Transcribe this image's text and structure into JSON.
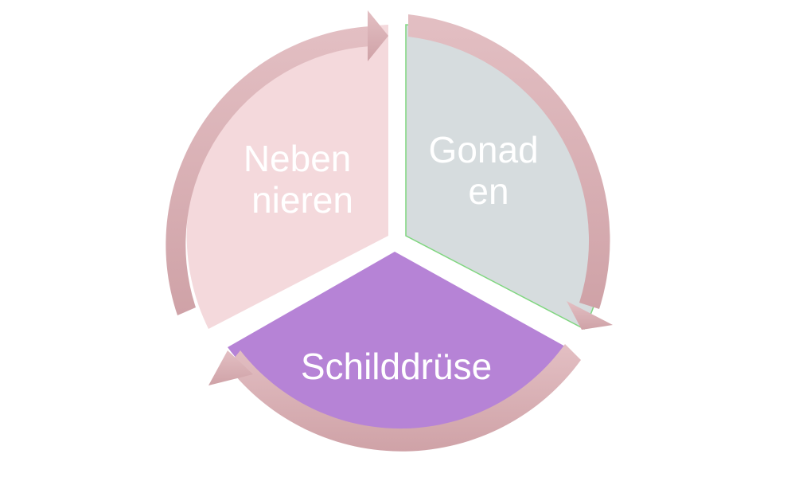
{
  "diagram": {
    "type": "cycle",
    "segments": [
      {
        "id": "gonaden",
        "lines": [
          "Gonad",
          "en"
        ],
        "color": "#d6dcde",
        "outline": "#7fd67f"
      },
      {
        "id": "schilddruese",
        "lines": [
          "Schilddrüse"
        ],
        "color": "#b683d6",
        "outline": ""
      },
      {
        "id": "nebennieren",
        "lines": [
          "Neben",
          "nieren"
        ],
        "color": "#f4d9dc",
        "outline": ""
      }
    ],
    "arrow_color": "#deb7bc",
    "arrow_color_dark": "#cfa3a8",
    "arrow_direction": "clockwise"
  }
}
